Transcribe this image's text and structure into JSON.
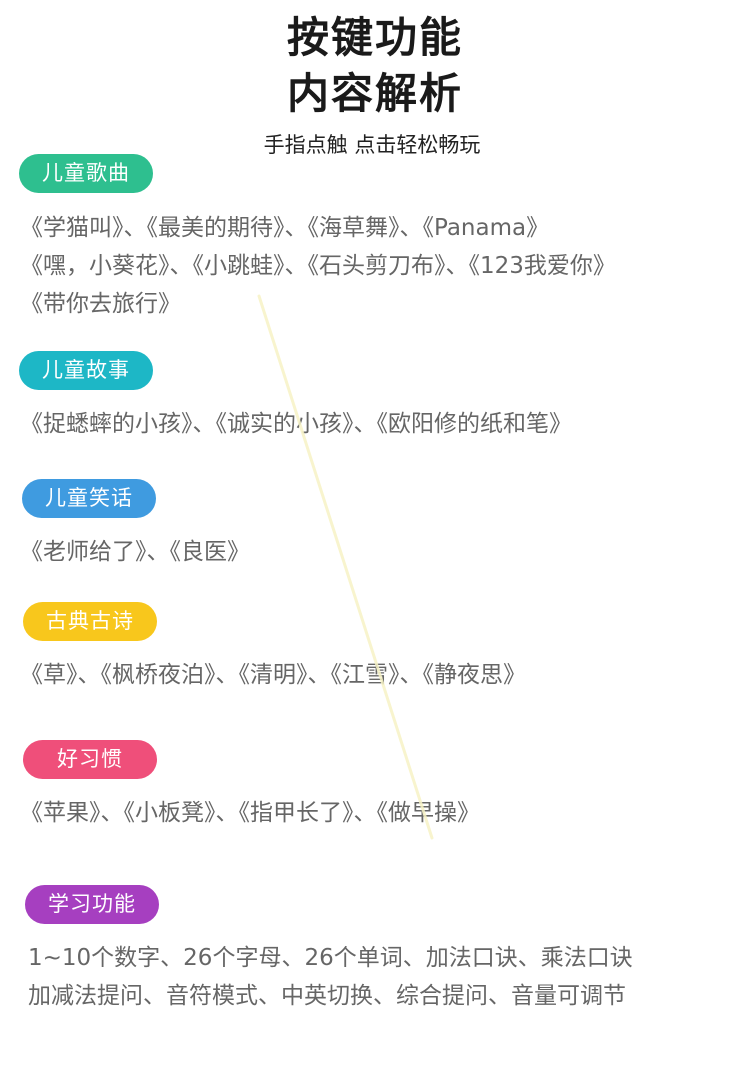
{
  "header": {
    "title_line1": "按键功能",
    "title_line2": "内容解析",
    "subtitle": "手指点触 点击轻松畅玩"
  },
  "sections": [
    {
      "label": "儿童歌曲",
      "color": "#2EBF8F",
      "lines": [
        "《学猫叫》、《最美的期待》、《海草舞》、《Panama》",
        "《嘿，小葵花》、《小跳蛙》、《石头剪刀布》、《123我爱你》",
        "《带你去旅行》"
      ]
    },
    {
      "label": "儿童故事",
      "color": "#1DB7C6",
      "lines": [
        "《捉蟋蟀的小孩》、《诚实的小孩》、《欧阳修的纸和笔》"
      ]
    },
    {
      "label": "儿童笑话",
      "color": "#3F9BE0",
      "lines": [
        "《老师给了》、《良医》"
      ]
    },
    {
      "label": "古典古诗",
      "color": "#F8C71C",
      "lines": [
        "《草》、《枫桥夜泊》、《清明》、《江雪》、《静夜思》"
      ]
    },
    {
      "label": "好习惯",
      "color": "#EF4F7A",
      "lines": [
        "《苹果》、《小板凳》、《指甲长了》、《做早操》"
      ]
    },
    {
      "label": "学习功能",
      "color": "#A63FC0",
      "lines": [
        "1~10个数字、26个字母、26个单词、加法口诀、乘法口诀",
        "加减法提问、音符模式、中英切换、综合提问、音量可调节"
      ]
    }
  ]
}
